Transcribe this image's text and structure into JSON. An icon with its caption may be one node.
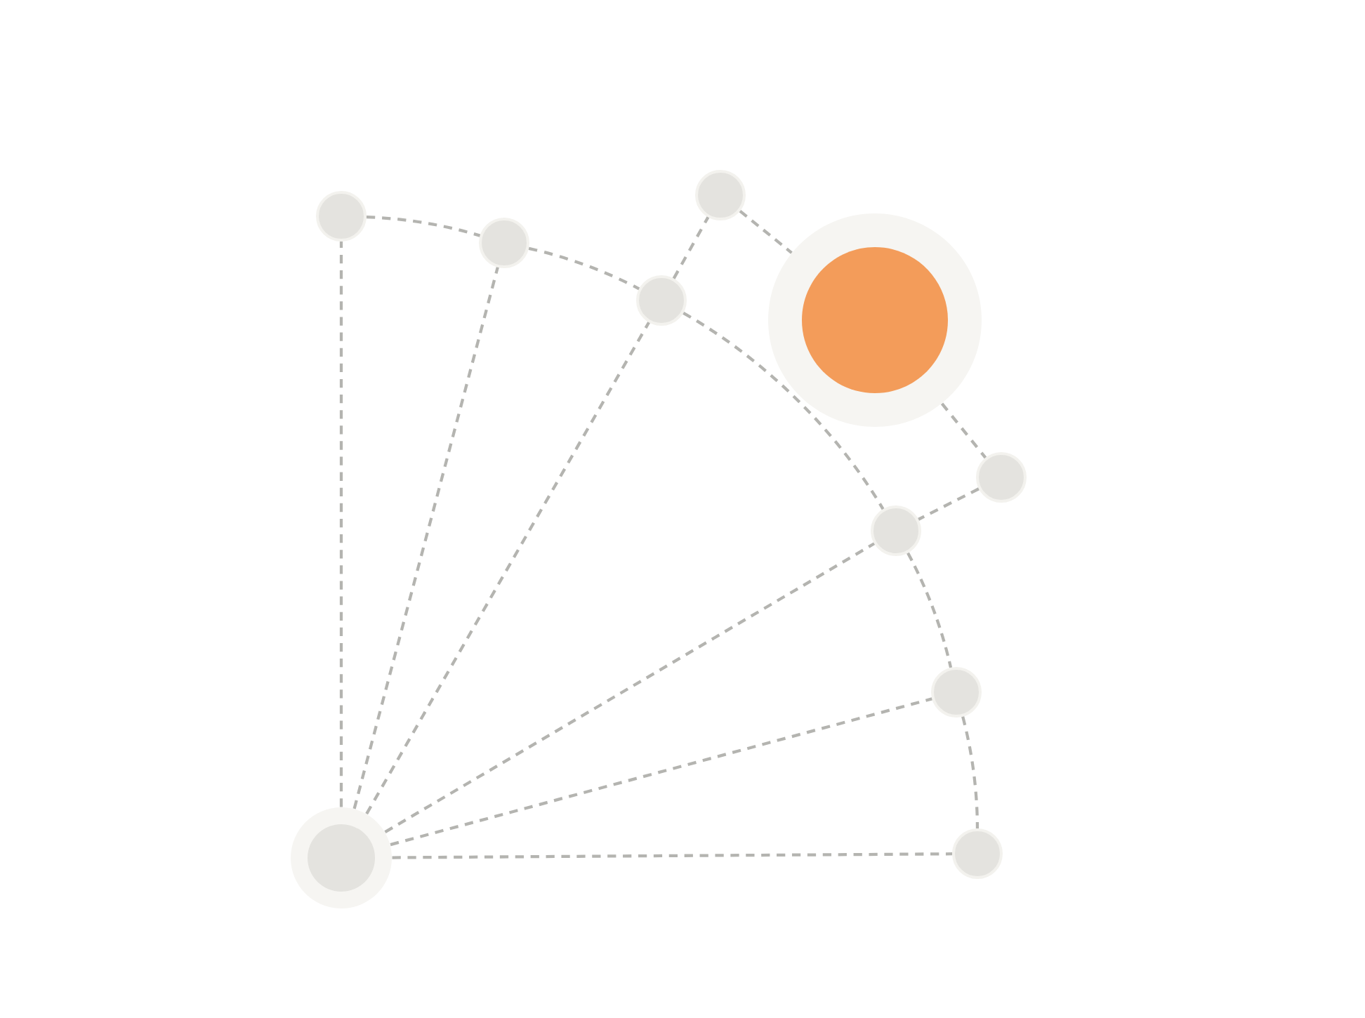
{
  "diagram": {
    "nodes": [
      {
        "text": [],
        "shape": "circle"
      },
      {
        "text": [],
        "shape": "circle"
      },
      {
        "text": [],
        "shape": "circle"
      },
      {
        "text": [],
        "shape": "circle"
      },
      {
        "text": [],
        "shape": "circle"
      },
      {
        "text": [],
        "shape": "circle"
      },
      {
        "text": [],
        "shape": "circle"
      },
      {
        "text": [],
        "shape": "circle"
      },
      {
        "text": [],
        "shape": "circle"
      },
      {
        "text": [],
        "shape": "circle"
      }
    ],
    "edges": [
      {
        "from": 0,
        "to": 1,
        "arrow": "none",
        "style": "dashed"
      },
      {
        "from": 0,
        "to": 2,
        "arrow": "none",
        "style": "dashed"
      },
      {
        "from": 0,
        "to": 3,
        "arrow": "none",
        "style": "dashed"
      },
      {
        "from": 0,
        "to": 7,
        "arrow": "none",
        "style": "dashed"
      },
      {
        "from": 0,
        "to": 8,
        "arrow": "none",
        "style": "dashed"
      },
      {
        "from": 0,
        "to": 9,
        "arrow": "none",
        "style": "dashed"
      },
      {
        "from": 1,
        "to": 2,
        "arrow": "none",
        "style": "dashed"
      },
      {
        "from": 2,
        "to": 3,
        "arrow": "none",
        "style": "dashed"
      },
      {
        "from": 3,
        "to": 7,
        "arrow": "none",
        "style": "dashed"
      },
      {
        "from": 7,
        "to": 8,
        "arrow": "none",
        "style": "dashed"
      },
      {
        "from": 8,
        "to": 9,
        "arrow": "none",
        "style": "dashed"
      },
      {
        "from": 3,
        "to": 4,
        "arrow": "none",
        "style": "dashed"
      },
      {
        "from": 4,
        "to": 5,
        "arrow": "none",
        "style": "dashed"
      },
      {
        "from": 5,
        "to": 6,
        "arrow": "none",
        "style": "dashed"
      },
      {
        "from": 6,
        "to": 7,
        "arrow": "none",
        "style": "dashed"
      }
    ]
  }
}
